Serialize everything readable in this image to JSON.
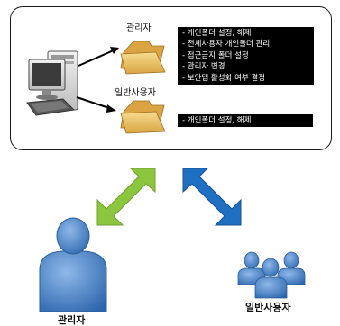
{
  "admin_label": "관리자",
  "general_label": "일반사용자",
  "admin_functions": [
    "- 개인폴더 설정, 해제",
    "- 전체사용자 개인폴더 관리",
    "- 접근금지 폴더 설정",
    "- 관리자 변경",
    "- 보안탭 활성화 여부 결정"
  ],
  "general_functions": [
    "- 개인폴더 설정, 해제"
  ],
  "bottom": {
    "admin_person_label": "관리자",
    "general_users_label": "일반사용자"
  },
  "colors": {
    "green_arrow": "#8cc63f",
    "blue_arrow": "#1f6fc2",
    "person_blue": "#3f7fc6",
    "folder": "#f0c969"
  }
}
